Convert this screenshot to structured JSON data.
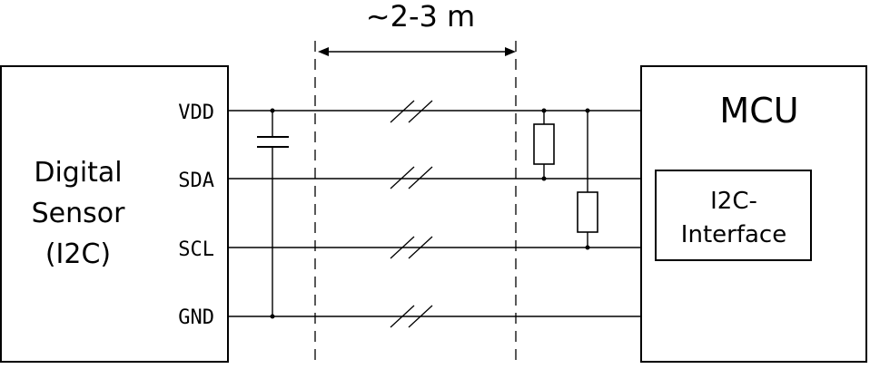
{
  "distance_label": "~2-3 m",
  "sensor": {
    "lines": [
      "Digital",
      "Sensor",
      "(I2C)"
    ],
    "pins": [
      "VDD",
      "SDA",
      "SCL",
      "GND"
    ]
  },
  "mcu": {
    "title": "MCU",
    "interface_lines": [
      "I2C-",
      "Interface"
    ]
  },
  "colors": {
    "ink": "#000000",
    "background": "#ffffff"
  }
}
